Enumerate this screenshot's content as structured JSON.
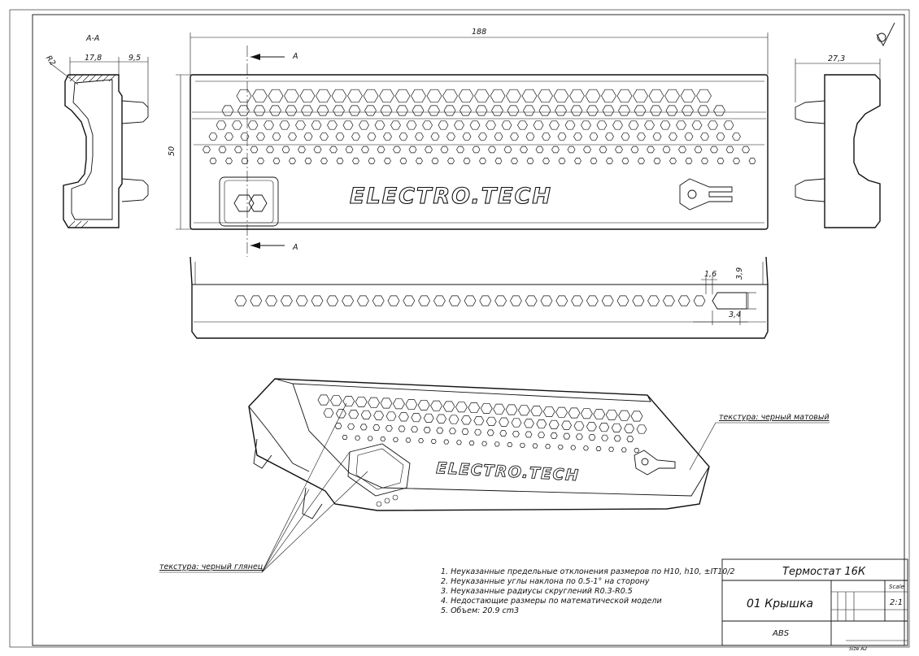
{
  "drawing": {
    "section_label": "A-A",
    "cut_marker": "A",
    "dimensions": {
      "overall_length": "188",
      "height": "50",
      "section_width": "17,8",
      "section_offset": "9,5",
      "radius": "R2",
      "side_depth": "27,3",
      "slot_gap": "1,6",
      "slot_height": "3,9",
      "slot_width": "3,4"
    },
    "logo_text": "ELECTRO.TECH",
    "texture_matte": "текстура: черный матовый",
    "texture_gloss": "текстура: черный глянец",
    "notes": [
      "1. Неуказанные предельные отклонения размеров по H10, h10, ±IT10/2",
      "2. Неуказанные углы наклона по 0.5-1° на сторону",
      "3. Неуказанные радиусы скруглений R0.3-R0.5",
      "4. Недостающие размеры по математической модели",
      "5. Объем: 20.9 cm3"
    ]
  },
  "title_block": {
    "product": "Термостат 16К",
    "part": "01 Крышка",
    "material": "ABS",
    "scale_label": "Scale",
    "scale_value": "2:1",
    "size": "Size A2"
  }
}
